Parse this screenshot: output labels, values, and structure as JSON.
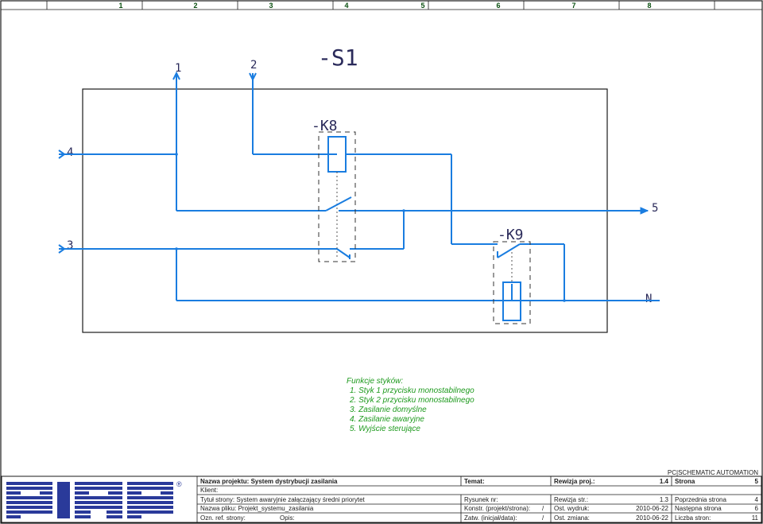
{
  "column_numbers": [
    "1",
    "2",
    "3",
    "4",
    "5",
    "6",
    "7",
    "8"
  ],
  "sheet_title": "-S1",
  "components": {
    "k8": "-K8",
    "k9": "-K9"
  },
  "terminals": {
    "t1": "1",
    "t2": "2",
    "t3": "3",
    "t4": "4",
    "t5": "5",
    "tN": "N"
  },
  "notes": {
    "heading": "Funkcje styków:",
    "lines": [
      "1. Styk 1 przycisku monostabilnego",
      "2. Styk 2 przycisku monostabilnego",
      "3. Zasilanie domyślne",
      "4. Zasilanie awaryjne",
      "5. Wyjście sterujące"
    ]
  },
  "title_block": {
    "brand": "PC|SCHEMATIC AUTOMATION",
    "logo_text": "PIAP",
    "logo_mark": "®",
    "project_name": "Nazwa projektu: System dystrybucji zasilania",
    "topic": "Temat:",
    "project_revision_label": "Rewizja proj.:",
    "project_revision_value": "1.4",
    "page_label": "Strona",
    "page_value": "5",
    "client": "Klient:",
    "page_title": "Tytuł strony: System awaryjnie załączający średni priorytet",
    "drawing_no": "Rysunek nr:",
    "page_revision_label": "Rewizja str.:",
    "page_revision_value": "1.3",
    "prev_page_label": "Poprzednia strona",
    "prev_page_value": "4",
    "file_name": "Nazwa pliku: Projekt_systemu_zasilania",
    "designer_label": "Konstr. (projekt/strona):",
    "designer_value": "/",
    "print_date_label": "Ost. wydruk:",
    "print_date_value": "2010-06-22",
    "next_page_label": "Następna strona",
    "next_page_value": "6",
    "ref_page": "Ozn. ref. strony:",
    "description": "Opis:",
    "approved_label": "Zatw. (inicjał/data):",
    "approved_value": "/",
    "change_date_label": "Ost. zmiana:",
    "change_date_value": "2010-06-22",
    "page_count_label": "Liczba stron:",
    "page_count_value": "11"
  },
  "colors": {
    "wire": "#1a7de0",
    "note": "#1e9a1e",
    "logo": "#2a3a9a"
  }
}
